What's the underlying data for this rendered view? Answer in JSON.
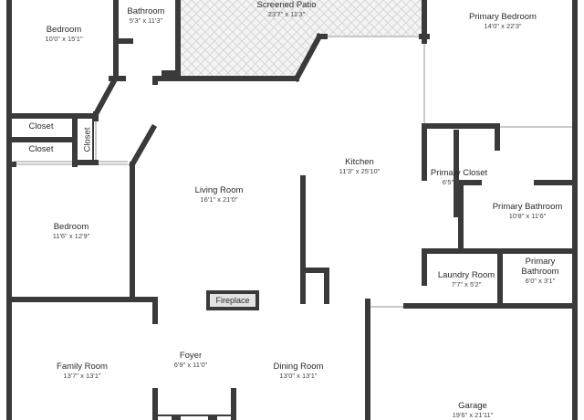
{
  "rooms": {
    "bedroom1": {
      "name": "Bedroom",
      "dims": "10'0\" x 15'1\""
    },
    "bathroom1": {
      "name": "Bathroom",
      "dims": "5'3\" x 11'3\""
    },
    "screened_patio": {
      "name": "Screened Patio",
      "dims": "23'7\" x 11'3\""
    },
    "primary_bedroom": {
      "name": "Primary Bedroom",
      "dims": "14'0\" x 22'3\""
    },
    "closet1": {
      "name": "Closet"
    },
    "closet2": {
      "name": "Closet"
    },
    "closet3": {
      "name": "Closet"
    },
    "kitchen": {
      "name": "Kitchen",
      "dims": "11'3\" x 25'10\""
    },
    "primary_closet": {
      "name": "Primary Closet",
      "dims": "6'5\" x 11'6\""
    },
    "living_room": {
      "name": "Living Room",
      "dims": "16'1\" x 21'0\""
    },
    "primary_bathroom": {
      "name": "Primary Bathroom",
      "dims": "10'8\" x 11'6\""
    },
    "bedroom2": {
      "name": "Bedroom",
      "dims": "11'6\" x 12'9\""
    },
    "laundry_room": {
      "name": "Laundry Room",
      "dims": "7'7\" x 5'2\""
    },
    "primary_bathroom2": {
      "name_line1": "Primary",
      "name_line2": "Bathroom",
      "dims": "6'0\" x 3'1\""
    },
    "fireplace": {
      "name": "Fireplace"
    },
    "family_room": {
      "name": "Family Room",
      "dims": "13'7\" x 13'1\""
    },
    "foyer": {
      "name": "Foyer",
      "dims": "6'9\" x 11'0\""
    },
    "dining_room": {
      "name": "Dining Room",
      "dims": "13'0\" x 13'1\""
    },
    "garage": {
      "name": "Garage",
      "dims": "19'6\" x 21'11\""
    }
  }
}
